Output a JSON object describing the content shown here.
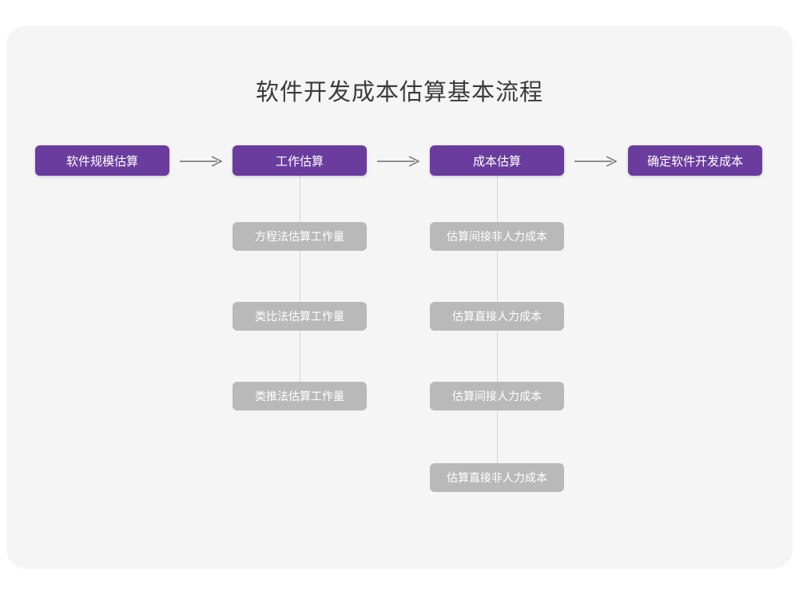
{
  "page": {
    "title": "软件开发成本估算基本流程",
    "background_color": "#ffffff",
    "card_color": "#f5f5f5"
  },
  "colors": {
    "primary_node": "#6a3c9e",
    "secondary_node": "#b9b9b9",
    "connector": "#d3d3d3",
    "arrow": "#6e6e6e",
    "title_text": "#3c3c3c",
    "node_text": "#ffffff"
  },
  "flow": {
    "main_steps": [
      {
        "label": "软件规模估算"
      },
      {
        "label": "工作估算"
      },
      {
        "label": "成本估算"
      },
      {
        "label": "确定软件开发成本"
      }
    ],
    "arrows": [
      {
        "name": "arrow-1",
        "glyph": "→"
      },
      {
        "name": "arrow-2",
        "glyph": "→"
      },
      {
        "name": "arrow-3",
        "glyph": "→"
      }
    ],
    "effort_substeps": [
      {
        "label": "方程法估算工作量"
      },
      {
        "label": "类比法估算工作量"
      },
      {
        "label": "类推法估算工作量"
      }
    ],
    "cost_substeps": [
      {
        "label": "估算间接非人力成本"
      },
      {
        "label": "估算直接人力成本"
      },
      {
        "label": "估算间接人力成本"
      },
      {
        "label": "估算直接非人力成本"
      }
    ]
  }
}
